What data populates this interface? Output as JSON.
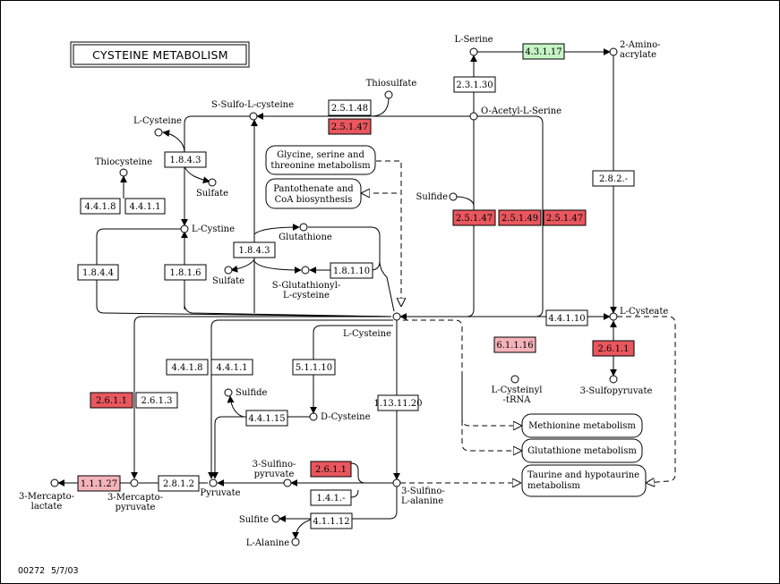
{
  "title": "CYSTEINE METABOLISM",
  "footer": {
    "map_id": "00272",
    "date": "5/7/03"
  },
  "colors": {
    "white": "#ffffff",
    "red": "#e9575e",
    "pink": "#f4b3ba",
    "green": "#c5f4c4"
  },
  "compounds": [
    {
      "id": "l-serine",
      "label": "L-Serine"
    },
    {
      "id": "2-amino-acrylate",
      "label": "2-Amino-\nacrylate"
    },
    {
      "id": "o-acetyl-l-serine",
      "label": "O-Acetyl-L-Serine"
    },
    {
      "id": "thiosulfate",
      "label": "Thiosulfate"
    },
    {
      "id": "s-sulfo-l-cysteine",
      "label": "S-Sulfo-L-cysteine"
    },
    {
      "id": "l-cysteine-top",
      "label": "L-Cysteine"
    },
    {
      "id": "thiocysteine",
      "label": "Thiocysteine"
    },
    {
      "id": "sulfate-1",
      "label": "Sulfate"
    },
    {
      "id": "sulfide-top",
      "label": "Sulfide"
    },
    {
      "id": "l-cystine",
      "label": "L-Cystine"
    },
    {
      "id": "glutathione",
      "label": "Glutathione"
    },
    {
      "id": "sulfate-2",
      "label": "Sulfate"
    },
    {
      "id": "s-glutathionyl-l-cysteine",
      "label": "S-Glutathionyl-\nL-cysteine"
    },
    {
      "id": "l-cysteine-center",
      "label": "L-Cysteine"
    },
    {
      "id": "l-cysteate",
      "label": "L-Cysteate"
    },
    {
      "id": "l-cysteinyl-trna",
      "label": "L-Cysteinyl\n-tRNA"
    },
    {
      "id": "3-sulfopyruvate",
      "label": "3-Sulfopyruvate"
    },
    {
      "id": "sulfide-mid",
      "label": "Sulfide"
    },
    {
      "id": "d-cysteine",
      "label": "D-Cysteine"
    },
    {
      "id": "3-sulfinopyruvate",
      "label": "3-Sulfino-\npyruvate"
    },
    {
      "id": "pyruvate",
      "label": "Pyruvate"
    },
    {
      "id": "3-mercaptopyruvate",
      "label": "3-Mercapto-\npyruvate"
    },
    {
      "id": "3-mercaptolactate",
      "label": "3-Mercapto-\nlactate"
    },
    {
      "id": "3-sulfino-l-alanine",
      "label": "3-Sulfino-\nL-alanine"
    },
    {
      "id": "sulfite",
      "label": "Sulfite"
    },
    {
      "id": "l-alanine",
      "label": "L-Alanine"
    }
  ],
  "enzymes": [
    {
      "id": "ec-4-3-1-17",
      "label": "4.3.1.17",
      "color": "green"
    },
    {
      "id": "ec-2-3-1-30",
      "label": "2.3.1.30",
      "color": "white"
    },
    {
      "id": "ec-2-5-1-48",
      "label": "2.5.1.48",
      "color": "white"
    },
    {
      "id": "ec-2-5-1-47-a",
      "label": "2.5.1.47",
      "color": "red"
    },
    {
      "id": "ec-1-8-4-3-a",
      "label": "1.8.4.3",
      "color": "white"
    },
    {
      "id": "ec-4-4-1-8-a",
      "label": "4.4.1.8",
      "color": "white"
    },
    {
      "id": "ec-4-4-1-1-a",
      "label": "4.4.1.1",
      "color": "white"
    },
    {
      "id": "ec-2-5-1-47-b",
      "label": "2.5.1.47",
      "color": "red"
    },
    {
      "id": "ec-2-5-1-49",
      "label": "2.5.1.49",
      "color": "red"
    },
    {
      "id": "ec-2-5-1-47-c",
      "label": "2.5.1.47",
      "color": "red"
    },
    {
      "id": "ec-2-8-2",
      "label": "2.8.2.-",
      "color": "white"
    },
    {
      "id": "ec-1-8-4-3-b",
      "label": "1.8.4.3",
      "color": "white"
    },
    {
      "id": "ec-1-8-4-4",
      "label": "1.8.4.4",
      "color": "white"
    },
    {
      "id": "ec-1-8-1-6",
      "label": "1.8.1.6",
      "color": "white"
    },
    {
      "id": "ec-1-8-1-10",
      "label": "1.8.1.10",
      "color": "white"
    },
    {
      "id": "ec-4-4-1-10",
      "label": "4.4.1.10",
      "color": "white"
    },
    {
      "id": "ec-6-1-1-16",
      "label": "6.1.1.16",
      "color": "pink"
    },
    {
      "id": "ec-2-6-1-1-a",
      "label": "2.6.1.1",
      "color": "red"
    },
    {
      "id": "ec-4-4-1-8-b",
      "label": "4.4.1.8",
      "color": "white"
    },
    {
      "id": "ec-4-4-1-1-b",
      "label": "4.4.1.1",
      "color": "white"
    },
    {
      "id": "ec-5-1-1-10",
      "label": "5.1.1.10",
      "color": "white"
    },
    {
      "id": "ec-2-6-1-1-b",
      "label": "2.6.1.1",
      "color": "red"
    },
    {
      "id": "ec-2-6-1-3",
      "label": "2.6.1.3",
      "color": "white"
    },
    {
      "id": "ec-4-4-1-15",
      "label": "4.4.1.15",
      "color": "white"
    },
    {
      "id": "ec-1-13-11-20",
      "label": "1.13.11.20",
      "color": "white"
    },
    {
      "id": "ec-2-6-1-1-c",
      "label": "2.6.1.1",
      "color": "red"
    },
    {
      "id": "ec-1-4-1",
      "label": "1.4.1.-",
      "color": "white"
    },
    {
      "id": "ec-1-1-1-27",
      "label": "1.1.1.27",
      "color": "pink"
    },
    {
      "id": "ec-2-8-1-2",
      "label": "2.8.1.2",
      "color": "white"
    },
    {
      "id": "ec-4-1-1-12",
      "label": "4.1.1.12",
      "color": "white"
    }
  ],
  "pathways": [
    {
      "id": "glycine-serine-threonine",
      "label": "Glycine, serine and\nthreonine metabolism"
    },
    {
      "id": "pantothenate-coa",
      "label": "Pantothenate and\nCoA biosynthesis"
    },
    {
      "id": "methionine",
      "label": "Methionine metabolism"
    },
    {
      "id": "glutathione-metabolism",
      "label": "Glutathione metabolism"
    },
    {
      "id": "taurine-hypotaurine",
      "label": "Taurine and hypotaurine\nmetabolism"
    }
  ]
}
